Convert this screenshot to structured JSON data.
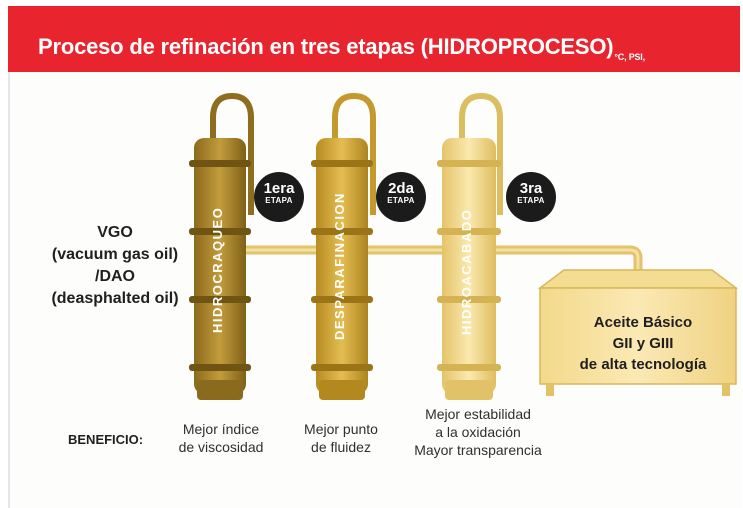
{
  "header": {
    "title": "Proceso de refinación en tres etapas (HIDROPROCESO)",
    "subscript": "°C, PSI,",
    "color": "#e8242e"
  },
  "feed": {
    "line1": "VGO",
    "line2": "(vacuum gas oil)",
    "line3": "/DAO",
    "line4": "(deasphalted oil)"
  },
  "towers": [
    {
      "label": "HIDROCRAQUEO",
      "color": "#b08d30"
    },
    {
      "label": "DESPARAFINACION",
      "color": "#d5ab3b"
    },
    {
      "label": "HIDROACABADO",
      "color": "#f1d98a"
    }
  ],
  "stages": [
    {
      "number": "1era",
      "label": "ETAPA"
    },
    {
      "number": "2da",
      "label": "ETAPA"
    },
    {
      "number": "3ra",
      "label": "ETAPA"
    }
  ],
  "product": {
    "line1": "Aceite Básico",
    "line2": "GII y GIII",
    "line3": "de alta tecnología",
    "color": "#f7e3a3"
  },
  "benefits": {
    "title": "BENEFICIO:",
    "items": [
      {
        "line1": "Mejor índice",
        "line2": "de viscosidad",
        "line3": ""
      },
      {
        "line1": "Mejor punto",
        "line2": "de fluidez",
        "line3": ""
      },
      {
        "line1": "Mejor estabilidad",
        "line2": "a la oxidación",
        "line3": "Mayor transparencia"
      }
    ]
  }
}
